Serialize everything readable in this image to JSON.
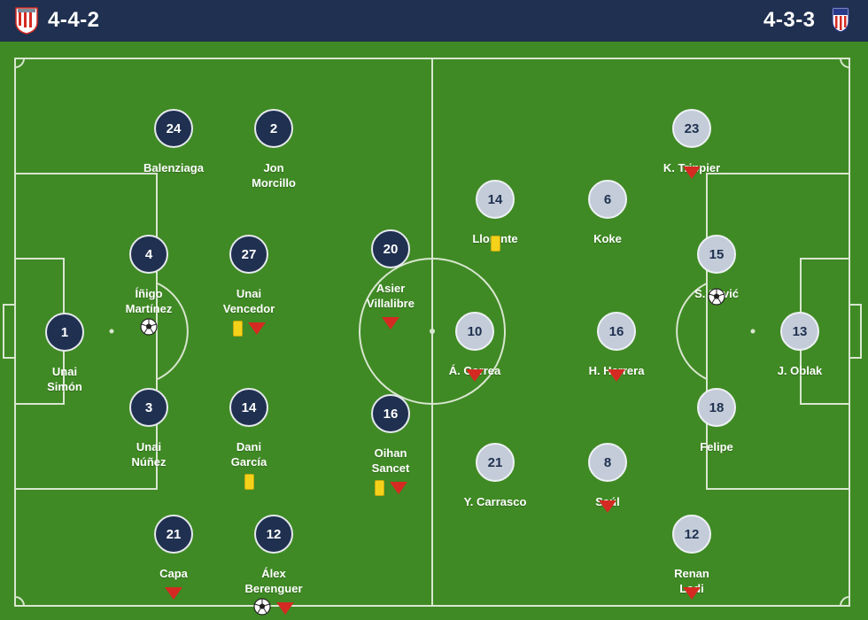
{
  "header": {
    "home_formation": "4-4-2",
    "away_formation": "4-3-3",
    "home_crest_icon": "athletic-club-crest-icon",
    "away_crest_icon": "atletico-madrid-crest-icon"
  },
  "colors": {
    "pitch": "#3f8a24",
    "header": "#1f3050",
    "home_circle": "#1f3050",
    "away_circle": "#c3ccd8",
    "sub_arrow": "#d42a22",
    "yellow_card": "#f5d21a"
  },
  "home": {
    "players": [
      {
        "number": "1",
        "line1": "Unai",
        "line2": "Simón",
        "icons": []
      },
      {
        "number": "24",
        "line1": "Balenziaga",
        "line2": "",
        "icons": []
      },
      {
        "number": "2",
        "line1": "Jon",
        "line2": "Morcillo",
        "icons": []
      },
      {
        "number": "4",
        "line1": "Íñigo",
        "line2": "Martínez",
        "icons": [
          "goal"
        ]
      },
      {
        "number": "27",
        "line1": "Unai",
        "line2": "Vencedor",
        "icons": [
          "yellow-card",
          "sub"
        ]
      },
      {
        "number": "20",
        "line1": "Asier",
        "line2": "Villalibre",
        "icons": [
          "sub"
        ]
      },
      {
        "number": "3",
        "line1": "Unai",
        "line2": "Núñez",
        "icons": []
      },
      {
        "number": "14",
        "line1": "Dani",
        "line2": "García",
        "icons": [
          "yellow-card"
        ]
      },
      {
        "number": "16",
        "line1": "Oihan",
        "line2": "Sancet",
        "icons": [
          "yellow-card",
          "sub"
        ]
      },
      {
        "number": "21",
        "line1": "Capa",
        "line2": "",
        "icons": [
          "sub"
        ]
      },
      {
        "number": "12",
        "line1": "Álex",
        "line2": "Berenguer",
        "icons": [
          "goal",
          "sub"
        ]
      }
    ]
  },
  "away": {
    "players": [
      {
        "number": "23",
        "line1": "K. Trippier",
        "line2": "",
        "icons": [
          "sub"
        ]
      },
      {
        "number": "14",
        "line1": "Llorente",
        "line2": "",
        "icons": [
          "yellow-card"
        ]
      },
      {
        "number": "6",
        "line1": "Koke",
        "line2": "",
        "icons": []
      },
      {
        "number": "15",
        "line1": "S. Savić",
        "line2": "",
        "icons": [
          "goal"
        ]
      },
      {
        "number": "10",
        "line1": "Á. Correa",
        "line2": "",
        "icons": [
          "sub"
        ]
      },
      {
        "number": "16",
        "line1": "H. Herrera",
        "line2": "",
        "icons": [
          "sub"
        ]
      },
      {
        "number": "13",
        "line1": "J. Oblak",
        "line2": "",
        "icons": []
      },
      {
        "number": "18",
        "line1": "Felipe",
        "line2": "",
        "icons": []
      },
      {
        "number": "21",
        "line1": "Y. Carrasco",
        "line2": "",
        "icons": []
      },
      {
        "number": "8",
        "line1": "Saúl",
        "line2": "",
        "icons": [
          "sub"
        ]
      },
      {
        "number": "12",
        "line1": "Renan",
        "line2": "Lodi",
        "icons": [
          "sub"
        ]
      }
    ]
  }
}
